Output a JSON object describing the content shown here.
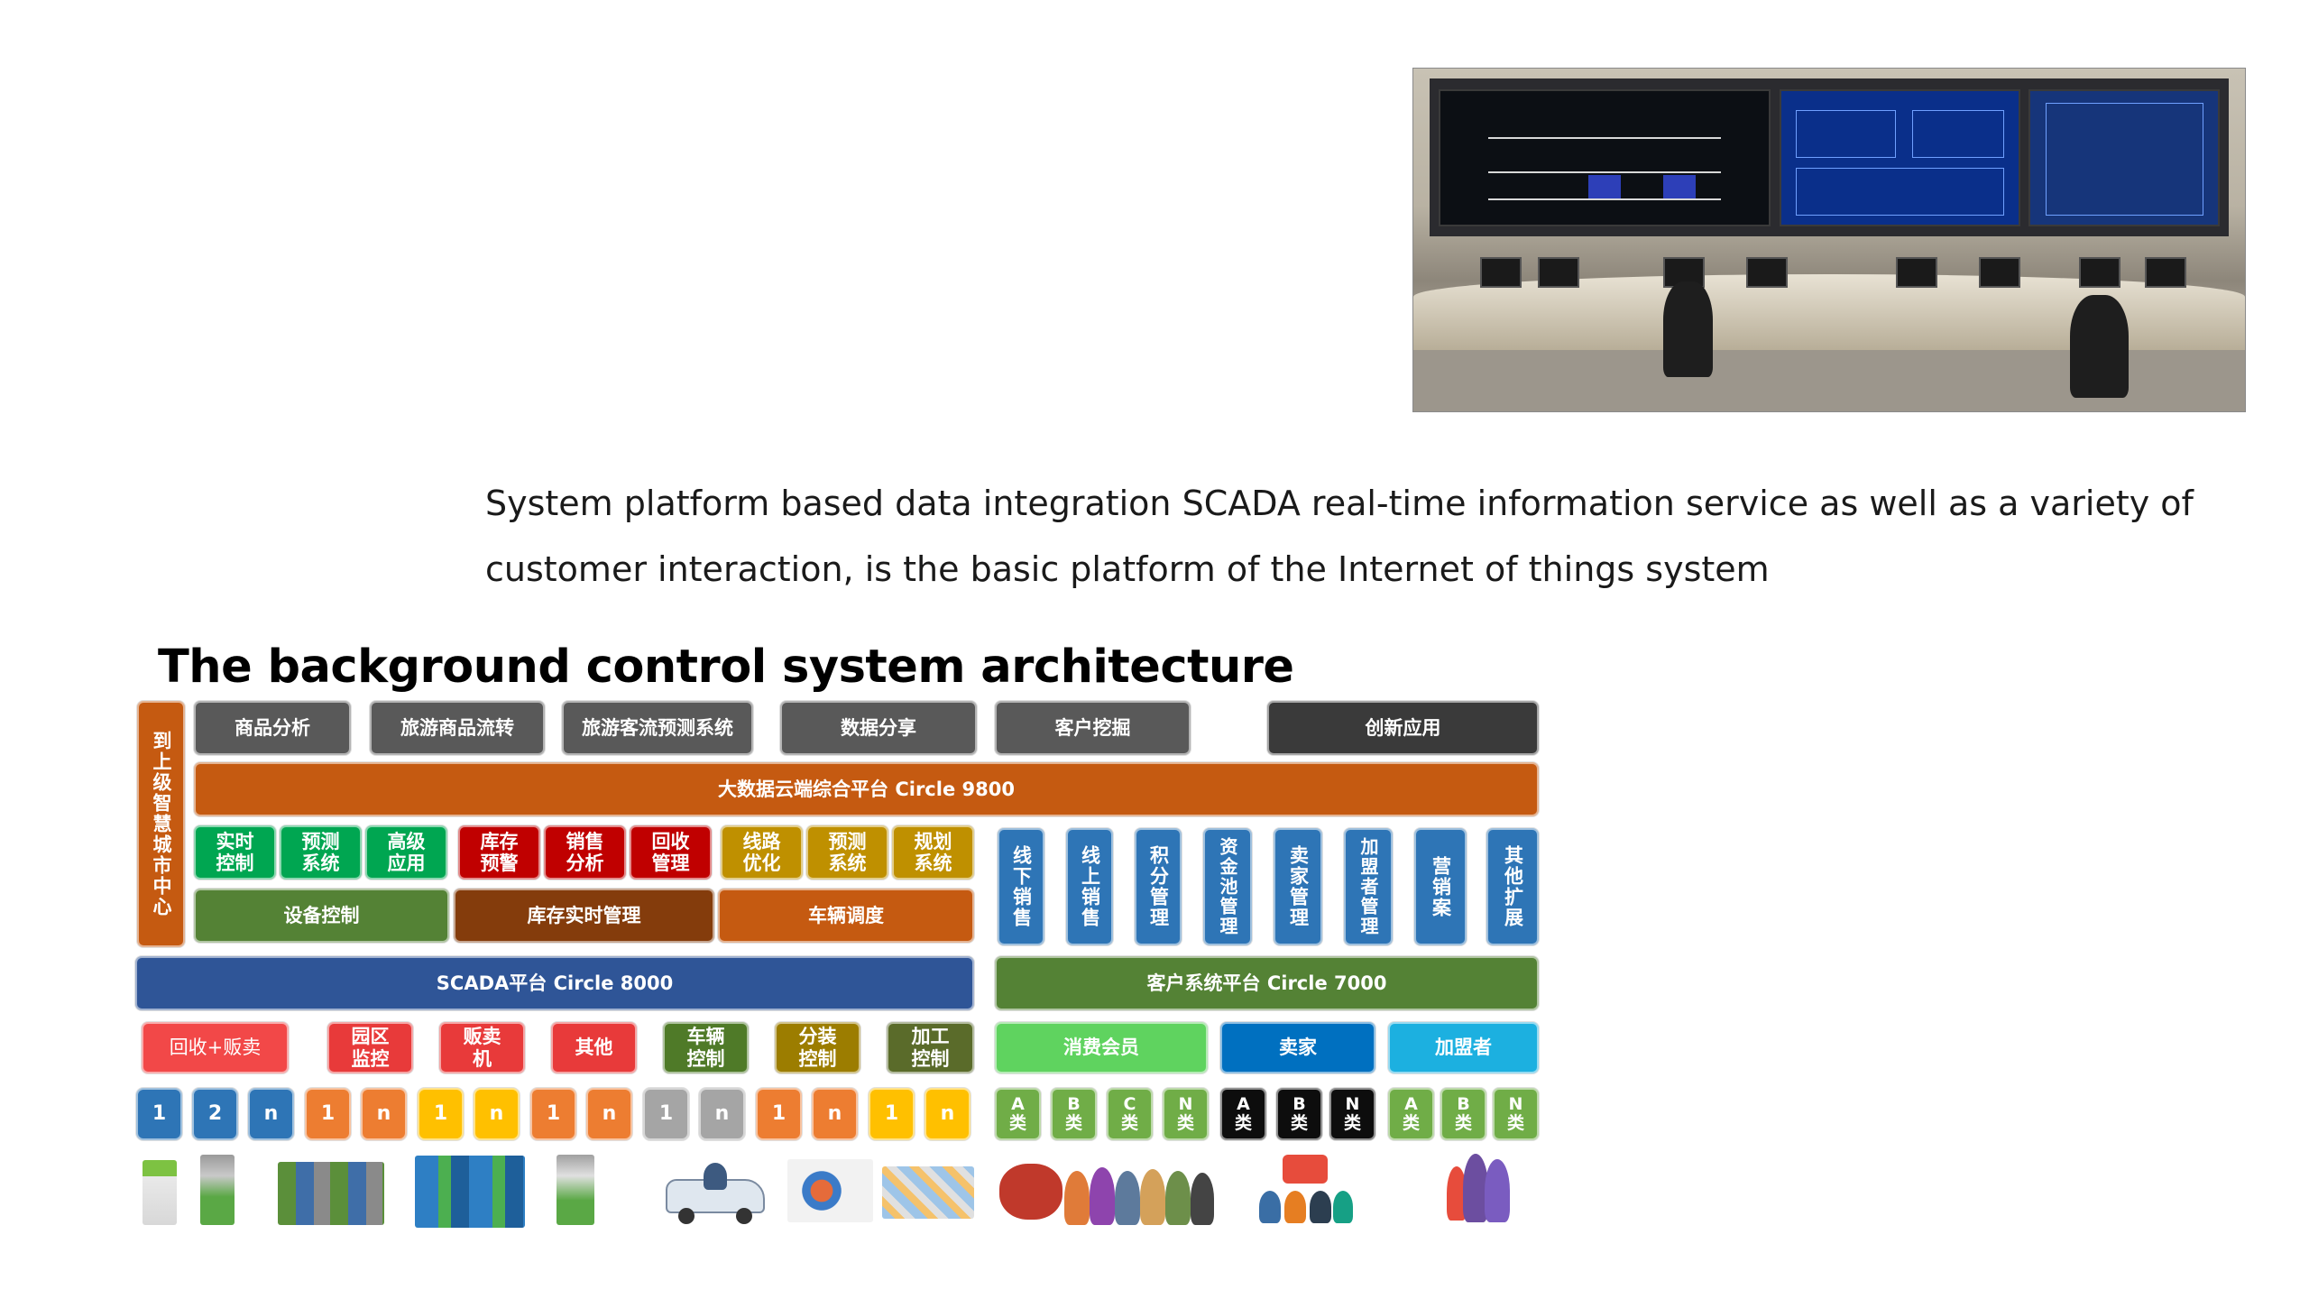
{
  "paragraph": "System platform based data integration SCADA real-time information service as well as a variety of customer interaction, is the basic platform of the Internet of things system",
  "diagram": {
    "title": "The background control system architecture",
    "left_column": "到上级智慧城市中心",
    "top_row": [
      "商品分析",
      "旅游商品流转",
      "旅游客流预测系统",
      "数据分享",
      "客户挖掘",
      "创新应用"
    ],
    "cloud_platform": "大数据云端综合平台 Circle 9800",
    "scada_modules": [
      "实时\n控制",
      "预测\n系统",
      "高级\n应用",
      "库存\n预警",
      "销售\n分析",
      "回收\n管理",
      "线路\n优化",
      "预测\n系统",
      "规划\n系统"
    ],
    "scada_groups": [
      "设备控制",
      "库存实时管理",
      "车辆调度"
    ],
    "customer_modules": [
      "线下销售",
      "线上销售",
      "积分管理",
      "资金池管理",
      "卖家管理",
      "加盟者管理",
      "营销案",
      "其他扩展"
    ],
    "scada_platform": "SCADA平台 Circle 8000",
    "customer_platform": "客户系统平台 Circle 7000",
    "device_types": [
      "回收+贩卖",
      "园区\n监控",
      "贩卖\n机",
      "其他",
      "车辆\n控制",
      "分装\n控制",
      "加工\n控制"
    ],
    "customer_types": [
      "消费会员",
      "卖家",
      "加盟者"
    ],
    "device_nodes": [
      "1",
      "2",
      "n",
      "1",
      "n",
      "1",
      "n",
      "1",
      "n",
      "1",
      "n",
      "1",
      "n",
      "1",
      "n"
    ],
    "customer_nodes": [
      "A\n类",
      "B\n类",
      "C\n类",
      "N\n类",
      "A\n类",
      "B\n类",
      "N\n类",
      "A\n类",
      "B\n类",
      "N\n类"
    ]
  },
  "colors": {
    "platform_orange": "#c55a11",
    "scada_navy": "#2f5597",
    "customer_green": "#548235",
    "module_blue": "#2e75b6"
  }
}
